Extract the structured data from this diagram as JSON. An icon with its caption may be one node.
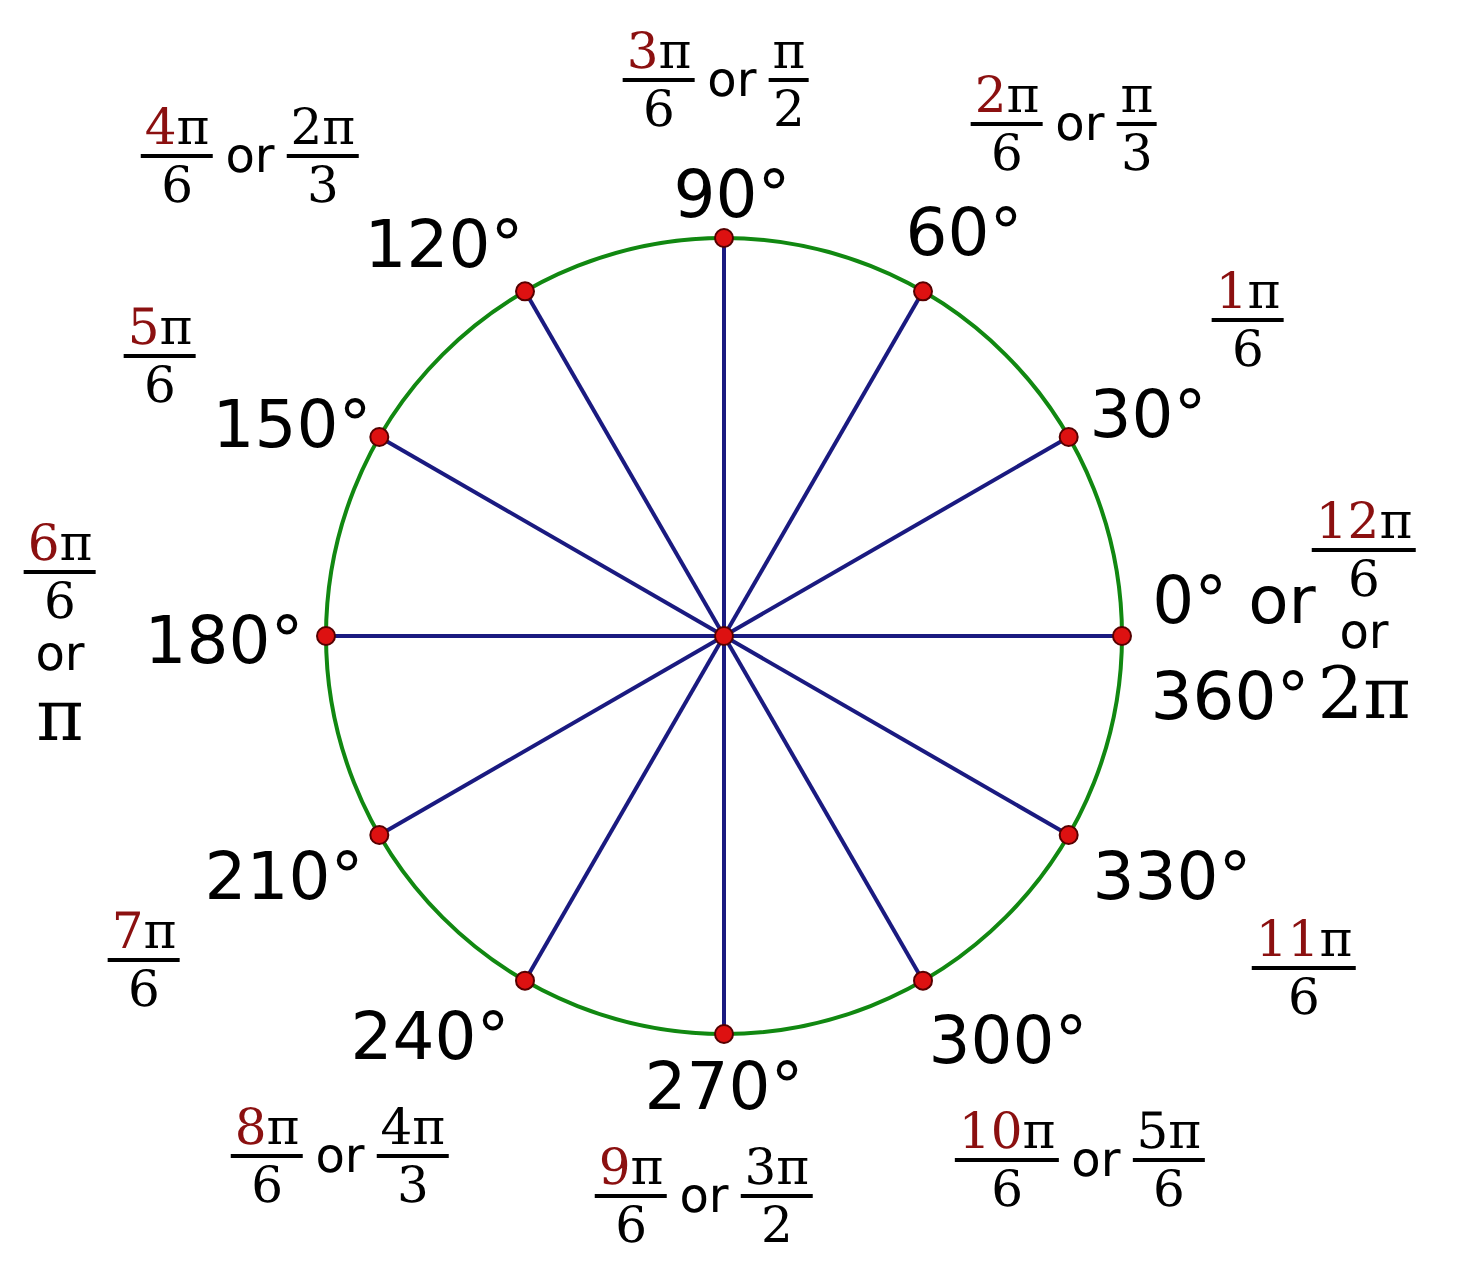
{
  "diagram": {
    "nodes": [
      {
        "text": [],
        "shape": "circle"
      },
      {
        "text": [],
        "shape": "circle"
      },
      {
        "text": [],
        "shape": "circle"
      },
      {
        "text": [],
        "shape": "circle"
      },
      {
        "text": [],
        "shape": "circle"
      },
      {
        "text": [],
        "shape": "circle"
      },
      {
        "text": [],
        "shape": "circle"
      },
      {
        "text": [],
        "shape": "circle"
      },
      {
        "text": [],
        "shape": "circle"
      },
      {
        "text": [],
        "shape": "circle"
      },
      {
        "text": [],
        "shape": "circle"
      },
      {
        "text": [],
        "shape": "circle"
      },
      {
        "text": [],
        "shape": "circle"
      }
    ],
    "edges": [
      {
        "from": 0,
        "to": 1,
        "arrow": "none"
      },
      {
        "from": 0,
        "to": 2,
        "arrow": "none"
      },
      {
        "from": 0,
        "to": 3,
        "arrow": "none"
      },
      {
        "from": 0,
        "to": 4,
        "arrow": "none"
      },
      {
        "from": 0,
        "to": 5,
        "arrow": "none"
      },
      {
        "from": 0,
        "to": 6,
        "arrow": "none"
      },
      {
        "from": 0,
        "to": 7,
        "arrow": "none"
      },
      {
        "from": 0,
        "to": 8,
        "arrow": "none"
      },
      {
        "from": 0,
        "to": 9,
        "arrow": "none"
      },
      {
        "from": 0,
        "to": 10,
        "arrow": "none"
      },
      {
        "from": 0,
        "to": 11,
        "arrow": "none"
      },
      {
        "from": 0,
        "to": 12,
        "arrow": "none"
      }
    ],
    "labels": [
      "3π 6",
      "or",
      "π 2",
      "4π 6",
      "or",
      "2π 3",
      "2π 6",
      "or",
      "π 3",
      "90°",
      "120°",
      "60°",
      "5π 6",
      "1π 6",
      "150°",
      "30°",
      "6π 6",
      "or",
      "π",
      "180°",
      "0° or",
      "360°",
      "12π 6",
      "or",
      "2π",
      "210°",
      "330°",
      "7π 6",
      "11π 6",
      "240°",
      "300°",
      "270°",
      "8π 6",
      "or",
      "4π 3",
      "9π 6",
      "or",
      "3π 2",
      "10π 6",
      "or",
      "5π 6"
    ]
  }
}
